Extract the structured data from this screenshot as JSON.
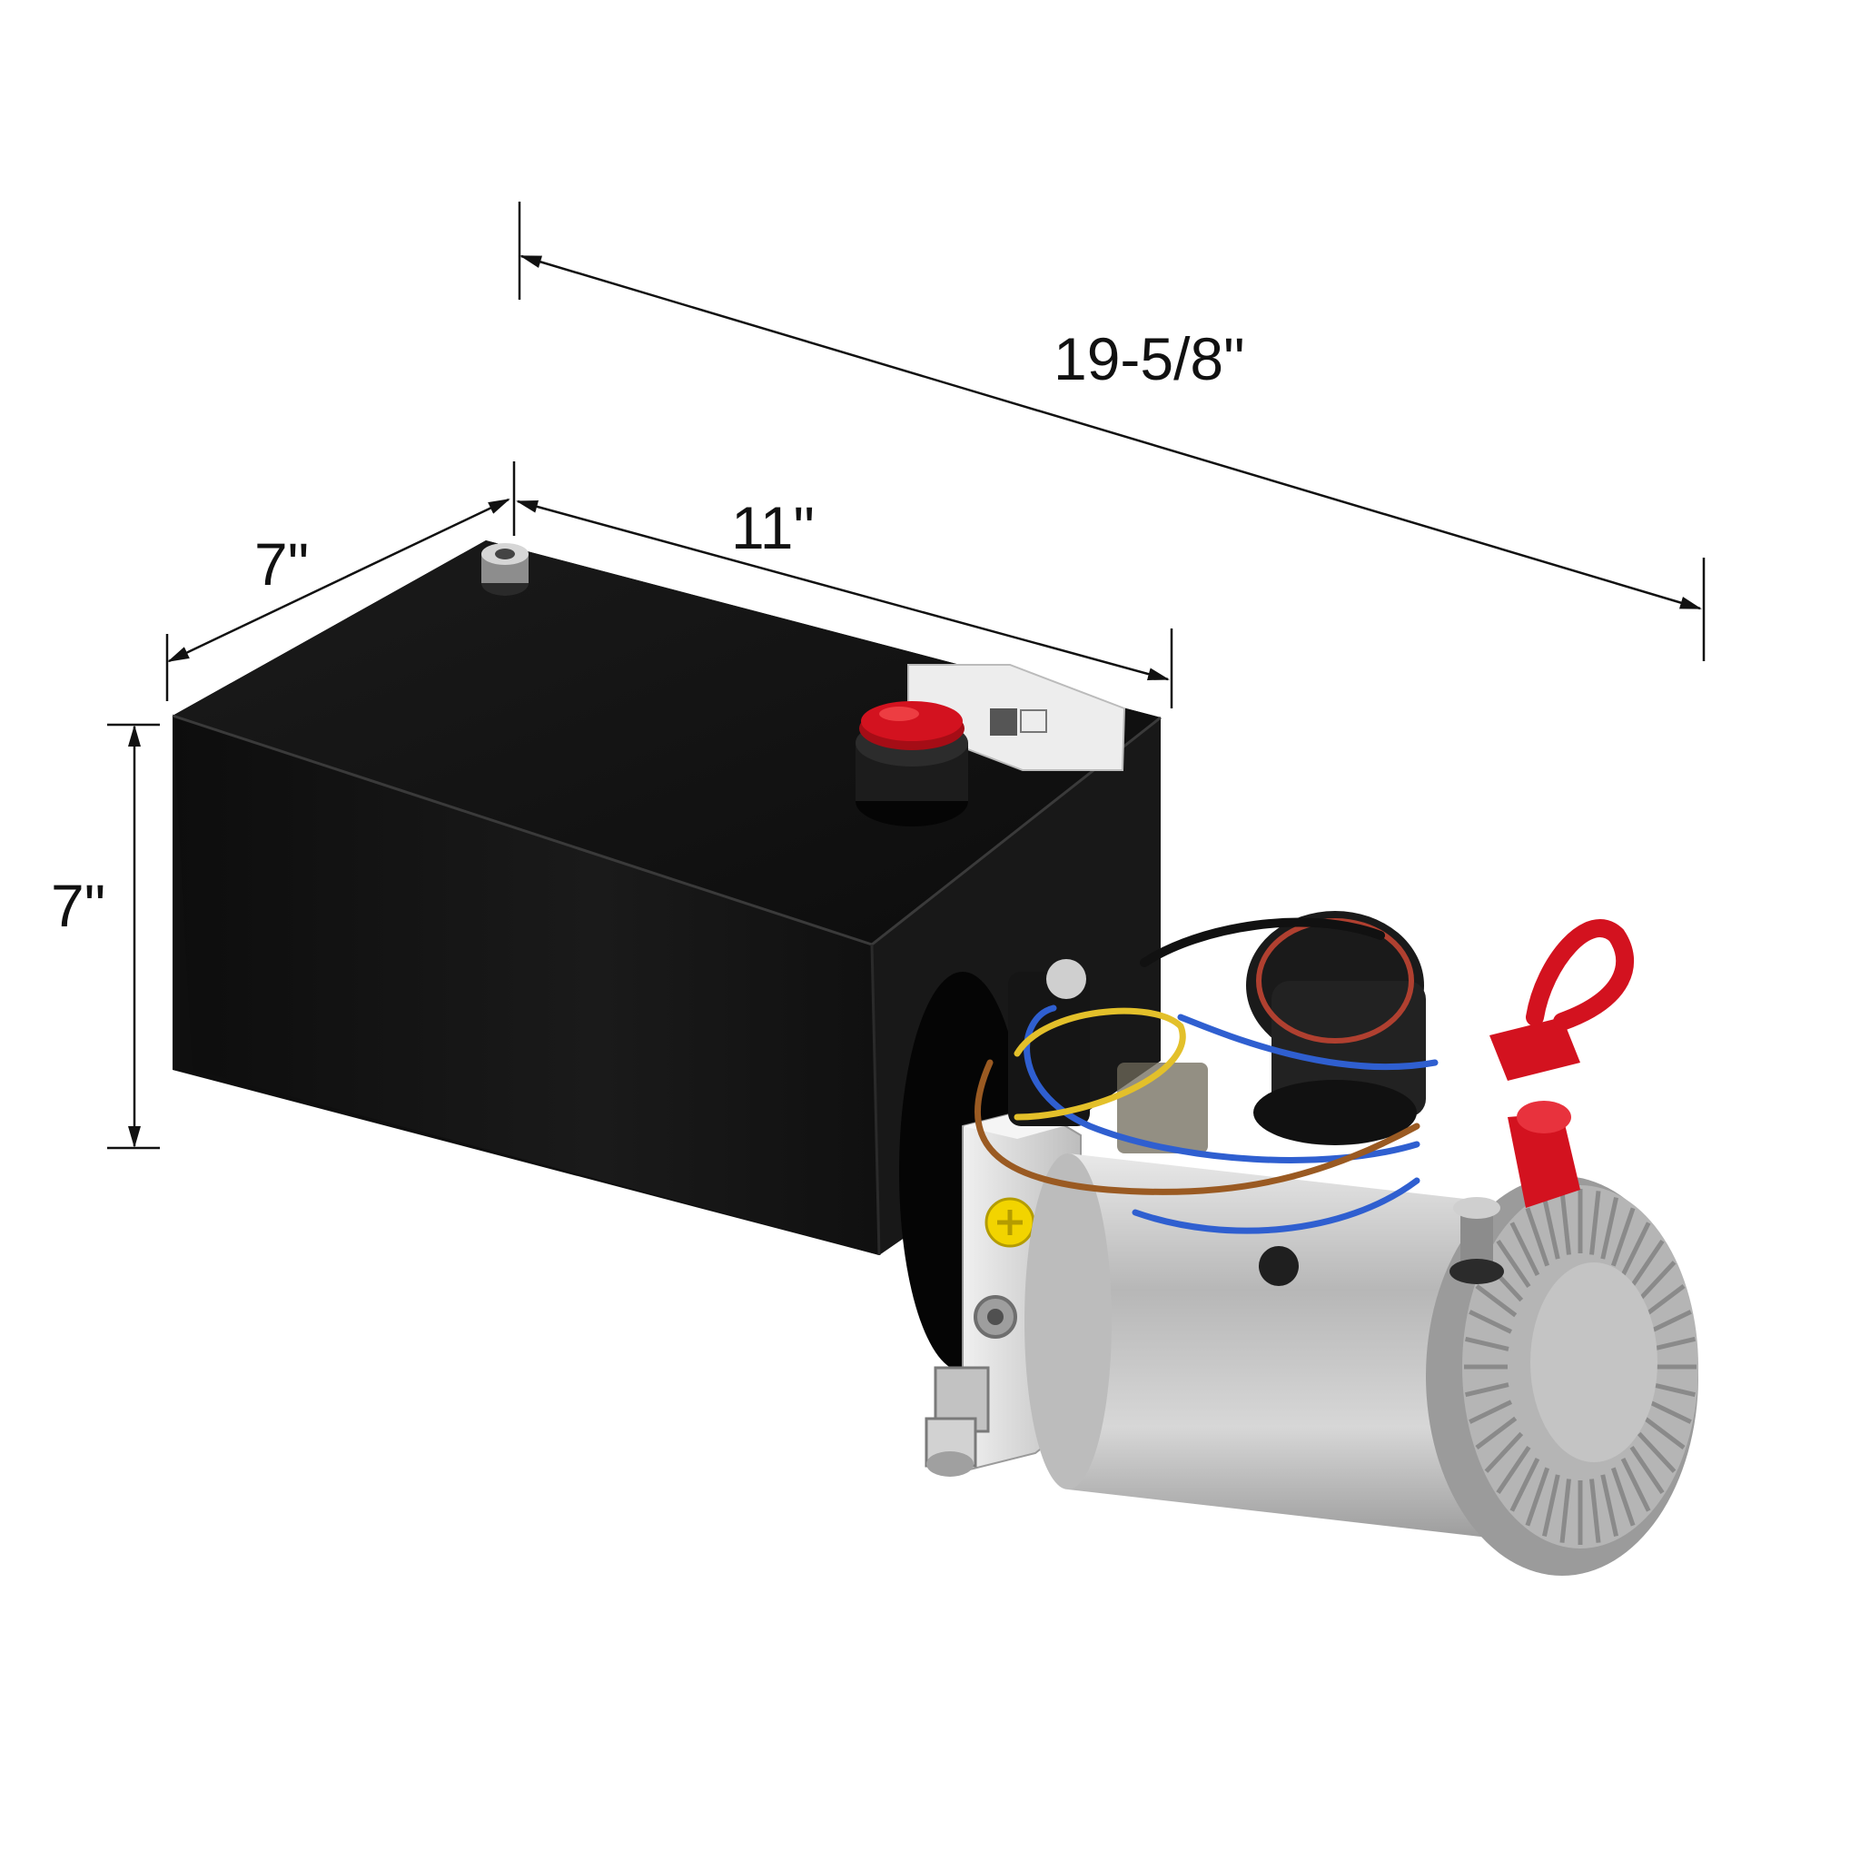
{
  "dimensions": {
    "overall_length": "19-5/8\"",
    "tank_length": "11\"",
    "tank_width": "7\"",
    "tank_height": "7\""
  },
  "colors": {
    "tank": "#141414",
    "motor": "#c9c9c9",
    "cap": "#d3121f",
    "wire_blue": "#2f5fd0",
    "wire_yellow": "#e3c02a",
    "wire_brown": "#9a5a22",
    "plug_yellow": "#f2d400"
  }
}
